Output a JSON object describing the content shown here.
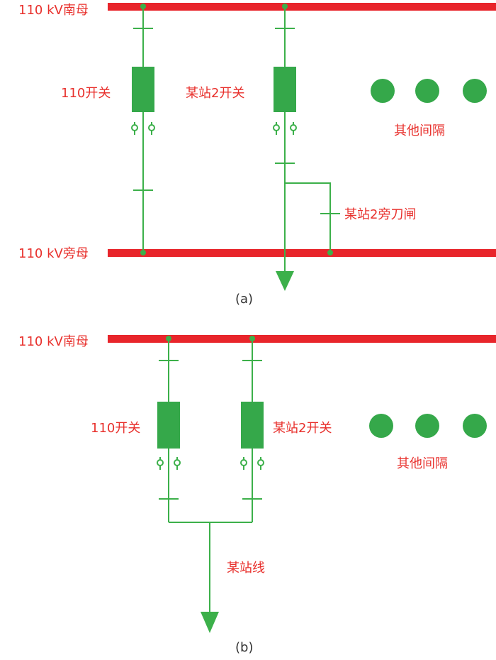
{
  "colors": {
    "bus": "#e8252b",
    "line": "#3cb04a",
    "breaker": "#35a84a",
    "label": "#e8302c",
    "caption": "#333333"
  },
  "diagram_a": {
    "south_bus_label": "110 kV南母",
    "bypass_bus_label": "110 kV旁母",
    "bay1_breaker_label": "110开关",
    "bay2_breaker_label": "某站2开关",
    "bypass_knife_label": "某站2旁刀闸",
    "other_bays_label": "其他间隔",
    "caption": "(a)"
  },
  "diagram_b": {
    "south_bus_label": "110 kV南母",
    "bay1_breaker_label": "110开关",
    "bay2_breaker_label": "某站2开关",
    "line_label": "某站线",
    "other_bays_label": "其他间隔",
    "caption": "(b)"
  },
  "icons": {
    "breaker": "breaker-icon",
    "disconnect": "disconnect-switch-icon",
    "ct": "current-transformer-icon",
    "other_bay": "other-bay-dot-icon",
    "feeder": "feeder-arrow-icon"
  }
}
